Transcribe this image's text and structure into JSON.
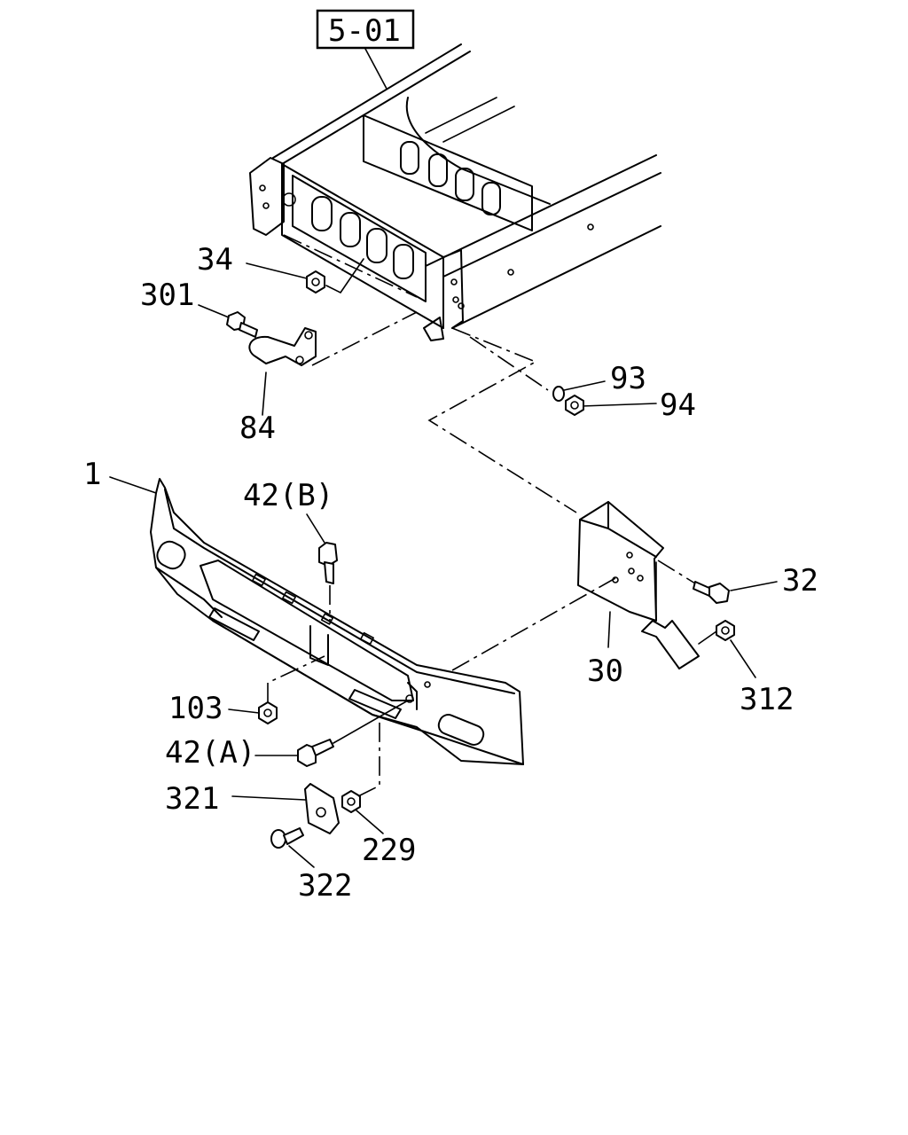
{
  "reference": "5-01",
  "callouts": {
    "c1": "1",
    "c34": "34",
    "c301": "301",
    "c84": "84",
    "c93": "93",
    "c94": "94",
    "c42b": "42(B)",
    "c32": "32",
    "c30": "30",
    "c312": "312",
    "c103": "103",
    "c42a": "42(A)",
    "c321": "321",
    "c229": "229",
    "c322": "322"
  }
}
